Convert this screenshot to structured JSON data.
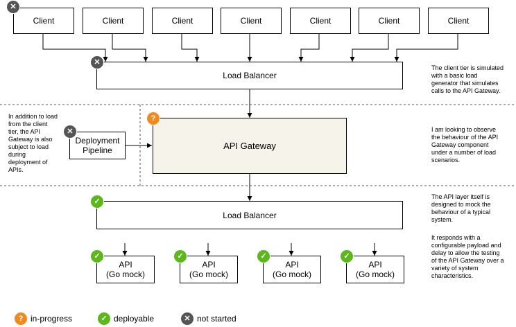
{
  "clients": [
    "Client",
    "Client",
    "Client",
    "Client",
    "Client",
    "Client",
    "Client"
  ],
  "load_balancer_top": "Load Balancer",
  "api_gateway": "API Gateway",
  "deployment_pipeline": "Deployment\nPipeline",
  "load_balancer_bottom": "Load Balancer",
  "apis": [
    "API\n(Go mock)",
    "API\n(Go mock)",
    "API\n(Go mock)",
    "API\n(Go mock)"
  ],
  "notes": {
    "client_tier": "The client tier is simulated\nwith a basic load\ngenerator that simulates\ncalls to the API Gateway.",
    "deployment": "In addition to load\nfrom the client\ntier, the API\nGateway is also\nsubject to load\nduring\ndeployment of\nAPIs.",
    "observe": "I am looking to observe\nthe behaviour of the API\nGateway component\nunder a number of load\nscenarios.",
    "api_layer": "The API layer itself is\ndesigned to mock the\nbehaviour of a typical\nsystem.",
    "payload": "It responds with a\nconfigurable payload and\ndelay to allow the testing\nof the API Gateway over a\nvariety of system\ncharacteristics."
  },
  "legend": {
    "in_progress": "in-progress",
    "deployable": "deployable",
    "not_started": "not started"
  },
  "badge_symbols": {
    "in_progress": "?",
    "deployable": "✓",
    "not_started": "✕"
  },
  "colors": {
    "in_progress": "#f08a1e",
    "deployable": "#5bb71a",
    "not_started": "#555555",
    "gateway_fill": "#f5f3ea"
  }
}
